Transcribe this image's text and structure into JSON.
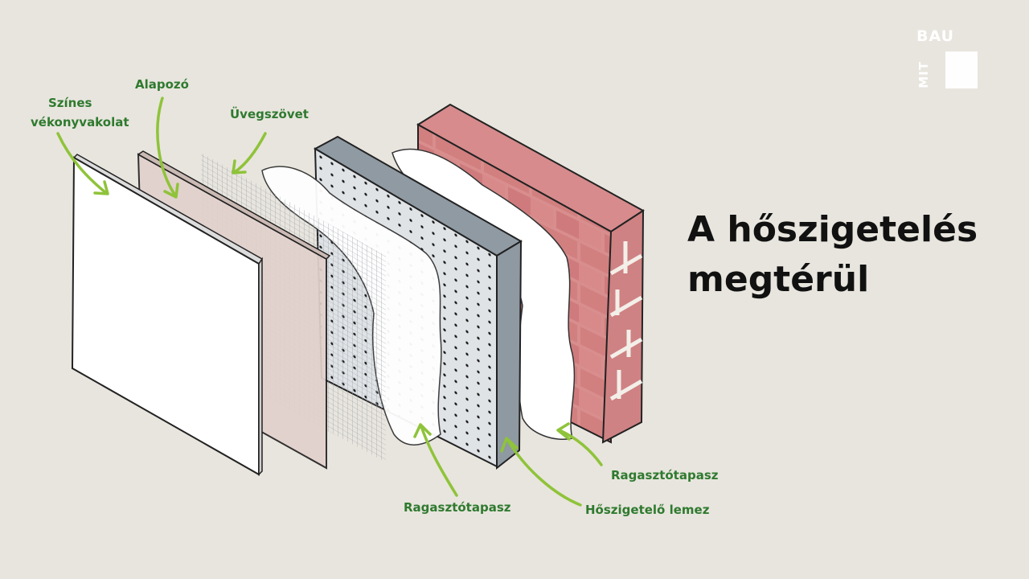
{
  "headline": {
    "line1": "A hőszigetelés",
    "line2": "megtérül"
  },
  "logo": {
    "top": "BAU",
    "bottom": "MIT"
  },
  "labels": {
    "szines_1": "Színes",
    "szines_2": "vékonyvakolat",
    "alapozo": "Alapozó",
    "uvegszovet": "Üvegszövet",
    "ragaszto_front": "Ragasztótapasz",
    "hoszigetelo": "Hőszigetelő lemez",
    "ragaszto_back": "Ragasztótapasz"
  },
  "colors": {
    "background": "#e8e5de",
    "label_green": "#2f7a2f",
    "arrow_green": "#8fc33a",
    "brick": "#d98c8c",
    "insulation": "#8f9aa3",
    "primer": "#e6d6d0",
    "render": "#ffffff"
  }
}
